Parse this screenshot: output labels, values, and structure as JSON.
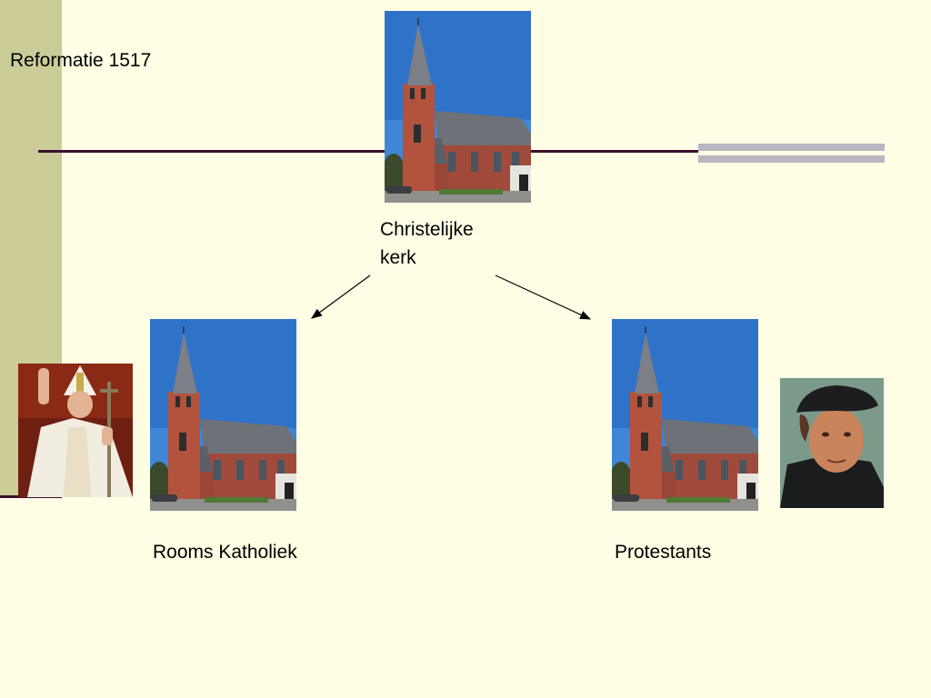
{
  "slide": {
    "title": "Reformatie 1517",
    "root": {
      "label_line1": "Christelijke",
      "label_line2": "kerk",
      "image": "church-photo"
    },
    "left": {
      "label": "Rooms Katholiek",
      "image": "church-photo",
      "portrait": "pope-photo"
    },
    "right": {
      "label": "Protestants",
      "image": "church-photo",
      "portrait": "luther-portrait"
    }
  },
  "colors": {
    "background": "#fffde3",
    "sidebar": "#cccc99",
    "rule": "#3b0f2e",
    "accent_bar": "#b8b6c2"
  }
}
